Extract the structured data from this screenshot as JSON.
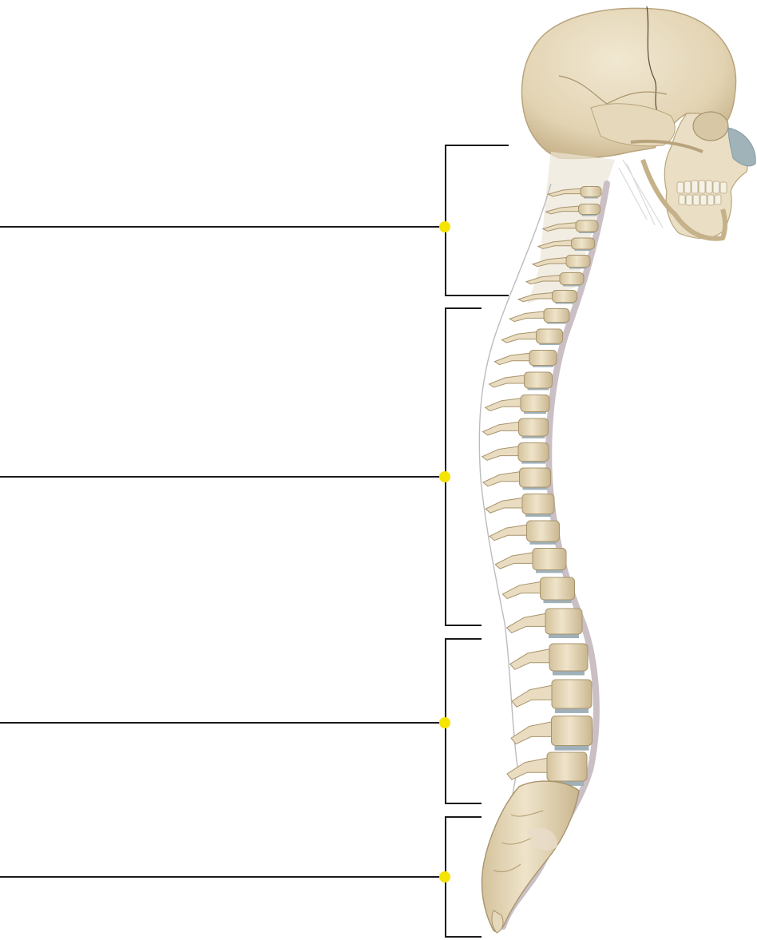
{
  "diagram": {
    "type": "unlabeled anatomical labeling worksheet",
    "regions": [
      {
        "id": "cervical",
        "label": ""
      },
      {
        "id": "thoracic",
        "label": ""
      },
      {
        "id": "lumbar",
        "label": ""
      },
      {
        "id": "sacral",
        "label": ""
      }
    ],
    "colors": {
      "background": "#ffffff",
      "leader_line": "#1a1a1a",
      "marker_dot": "#f5e400",
      "bone": "#e9dcc0",
      "bone_shadow": "#c8b58e",
      "bone_dark": "#a8946c",
      "disc": "#9fb0b8",
      "cord": "#c9bfc4",
      "teeth": "#f4f1e6",
      "nose_cartilage": "#9fb3b8"
    }
  }
}
